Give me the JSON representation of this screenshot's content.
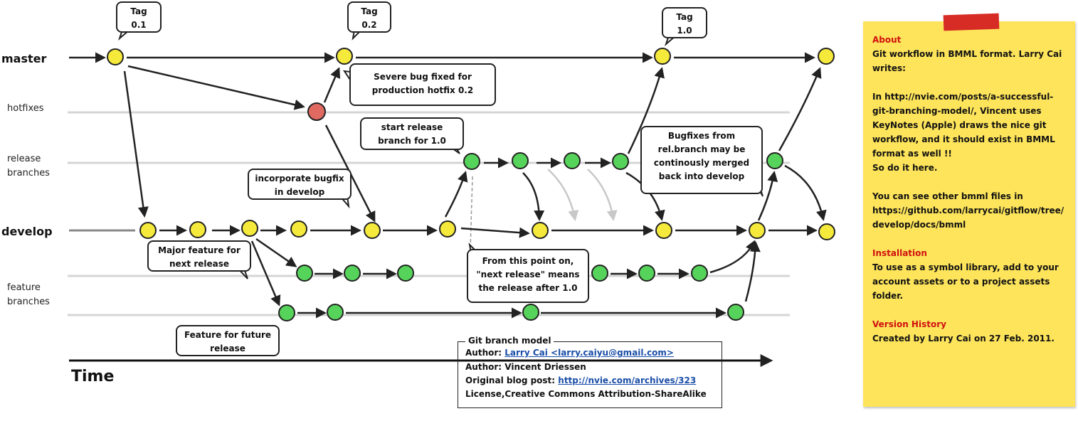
{
  "lanes": {
    "master": "master",
    "hotfixes": "hotfixes",
    "release_line1": "release",
    "release_line2": "branches",
    "develop": "develop",
    "feature_line1": "feature",
    "feature_line2": "branches"
  },
  "time_label": "Time",
  "tags": [
    {
      "line1": "Tag",
      "line2": "0.1"
    },
    {
      "line1": "Tag",
      "line2": "0.2"
    },
    {
      "line1": "Tag",
      "line2": "1.0"
    }
  ],
  "callouts": {
    "severe_bug": [
      "Severe bug fixed for",
      "production hotfix 0.2"
    ],
    "start_release": [
      "start release",
      "branch for 1.0"
    ],
    "incorporate": [
      "incorporate bugfix",
      "in develop"
    ],
    "bugfixes": [
      "Bugfixes from",
      "rel.branch may be",
      "continously merged",
      "back into develop"
    ],
    "major_feature": [
      "Major feature for",
      "next release"
    ],
    "next_release": [
      "From this point on,",
      "\"next release\" means",
      "the release after 1.0"
    ],
    "future_release": [
      "Feature for future",
      "release"
    ]
  },
  "info": {
    "title": "Git branch model",
    "author1_prefix": "Author: ",
    "author1_link": "Larry Cai <larry.caiyu@gmail.com>",
    "author2": "Author: Vincent Driessen",
    "blog_prefix": "Original blog post: ",
    "blog_link": "http://nvie.com/archives/323",
    "license": "License,Creative Commons Attribution-ShareAlike"
  },
  "sticky": {
    "about_heading": "About",
    "about_text": "Git workflow in BMML format. Larry Cai\nwrites:\n\nIn http://nvie.com/posts/a-successful-\ngit-branching-model/, Vincent uses\nKeyNotes (Apple) draws the nice git\nworkflow, and it should exist in BMML\nformat as well !!\nSo do it here.\n\nYou can see other bmml files in\nhttps://github.com/larrycai/gitflow/tree/\ndevelop/docs/bmml",
    "install_heading": "Installation",
    "install_text": "To use as a symbol library, add to your\naccount assets or to a project assets\nfolder.",
    "version_heading": "Version History",
    "version_text": "Created by Larry Cai on 27 Feb. 2011."
  },
  "colors": {
    "master_commit": "#f5ea3c",
    "hotfix_commit": "#e06a62",
    "release_commit": "#56d35a",
    "develop_commit": "#f5ea3c",
    "feature_commit": "#56d35a",
    "lane_line": "#d5d5d5",
    "sticky_bg": "#fde45b",
    "tape": "#d62c25",
    "heading_red": "#d01010",
    "link_blue": "#1a4ea8"
  }
}
